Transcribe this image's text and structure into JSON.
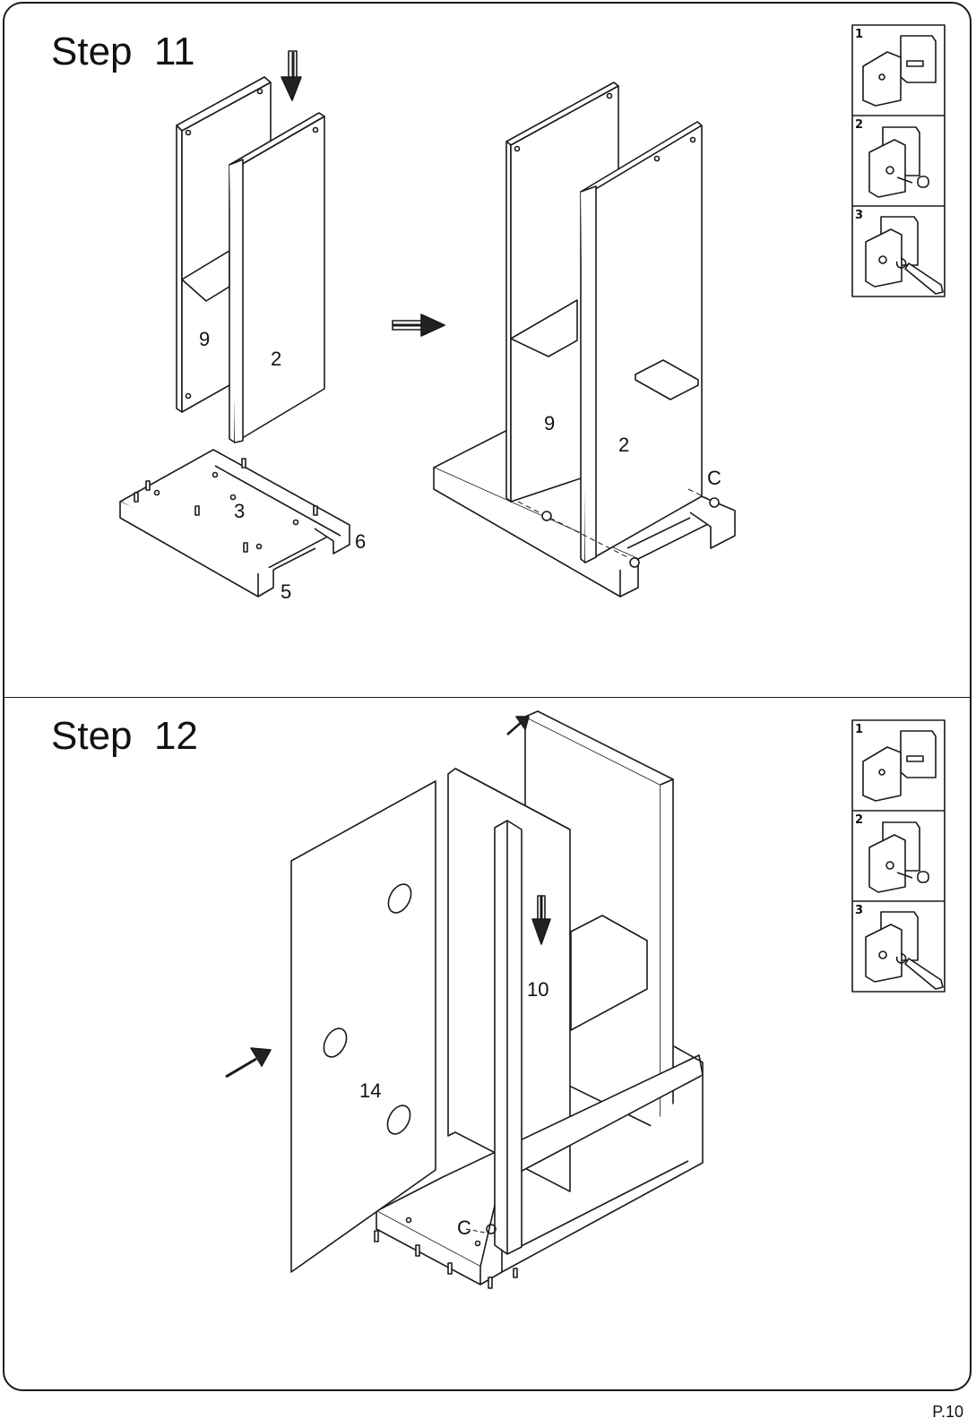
{
  "steps": [
    {
      "title": "Step  11",
      "labels": {
        "panel_left": "9",
        "panel_front": "2",
        "base_top": "3",
        "base_right": "6",
        "base_front": "5",
        "assembled_left": "9",
        "assembled_front": "2",
        "cam": "C"
      },
      "tips": [
        "1",
        "2",
        "3"
      ]
    },
    {
      "title": "Step  12",
      "labels": {
        "door": "14",
        "divider": "10",
        "cam": "C"
      },
      "tips": [
        "1",
        "2",
        "3"
      ]
    }
  ],
  "page_number": "P.10"
}
